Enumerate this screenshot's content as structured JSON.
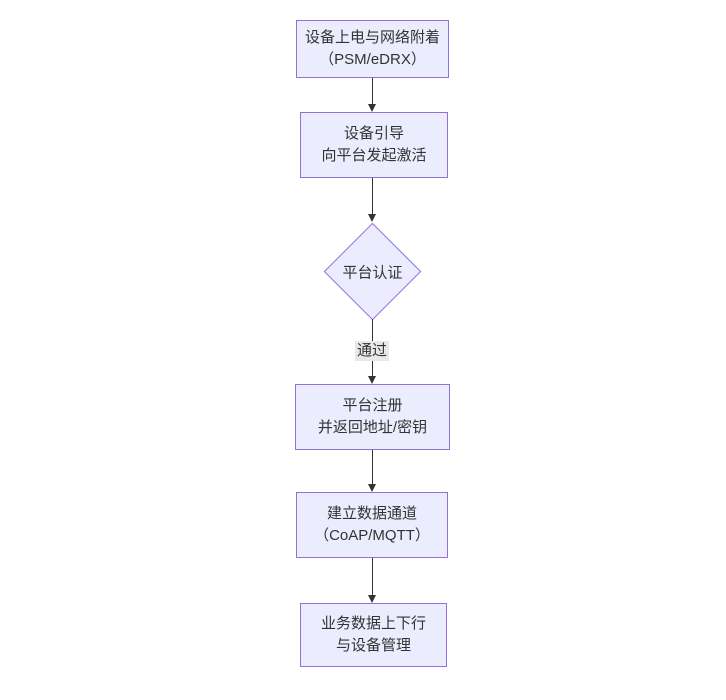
{
  "diagram": {
    "type": "flowchart",
    "direction": "top-down",
    "nodes": [
      {
        "id": "A",
        "shape": "rect",
        "lines": [
          "设备上电与网络附着",
          "（PSM/eDRX）"
        ]
      },
      {
        "id": "B",
        "shape": "rect",
        "lines": [
          "设备引导",
          "向平台发起激活"
        ]
      },
      {
        "id": "C",
        "shape": "diamond",
        "lines": [
          "平台认证"
        ]
      },
      {
        "id": "D",
        "shape": "rect",
        "lines": [
          "平台注册",
          "并返回地址/密钥"
        ]
      },
      {
        "id": "E",
        "shape": "rect",
        "lines": [
          "建立数据通道",
          "（CoAP/MQTT）"
        ]
      },
      {
        "id": "F",
        "shape": "rect",
        "lines": [
          "业务数据上下行",
          "与设备管理"
        ]
      }
    ],
    "edges": [
      {
        "from": "A",
        "to": "B",
        "label": ""
      },
      {
        "from": "B",
        "to": "C",
        "label": ""
      },
      {
        "from": "C",
        "to": "D",
        "label": "通过"
      },
      {
        "from": "D",
        "to": "E",
        "label": ""
      },
      {
        "from": "E",
        "to": "F",
        "label": ""
      }
    ],
    "colors": {
      "node_fill": "#ECECFF",
      "node_border": "#9370DB",
      "edge_line": "#333333",
      "edge_label_bg": "#e8e8e8",
      "text": "#333333"
    }
  }
}
